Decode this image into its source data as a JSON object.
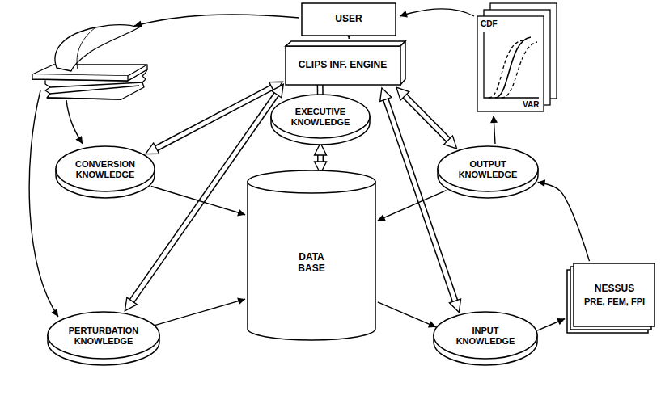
{
  "diagram": {
    "nodes": [
      {
        "text": [
          "USER"
        ]
      },
      {
        "text": [
          "CLIPS INF. ENGINE"
        ]
      },
      {
        "text": [
          "EXECUTIVE KNOWLEDGE"
        ]
      },
      {
        "text": [
          "CONVERSION KNOWLEDGE"
        ]
      },
      {
        "text": [
          "OUTPUT KNOWLEDGE"
        ]
      },
      {
        "text": [
          "DATA BASE"
        ]
      },
      {
        "text": [
          "PERTURBATION KNOWLEDGE"
        ]
      },
      {
        "text": [
          "INPUT KNOWLEDGE"
        ]
      },
      {
        "text": [
          "NESSUS",
          "PRE, FEM, FPI"
        ]
      }
    ],
    "edges": [
      {
        "from": 0,
        "to": 1,
        "arrow": "to"
      },
      {
        "from": 1,
        "to": 2,
        "arrow": "both"
      },
      {
        "from": 2,
        "to": 5,
        "arrow": "both"
      },
      {
        "from": 1,
        "to": 3,
        "arrow": "both"
      },
      {
        "from": 1,
        "to": 6,
        "arrow": "both"
      },
      {
        "from": 1,
        "to": 4,
        "arrow": "both"
      },
      {
        "from": 1,
        "to": 7,
        "arrow": "both"
      },
      {
        "from": 3,
        "to": 5,
        "arrow": "to"
      },
      {
        "from": 6,
        "to": 5,
        "arrow": "to"
      },
      {
        "from": 4,
        "to": 5,
        "arrow": "to"
      },
      {
        "from": 5,
        "to": 7,
        "arrow": "to"
      },
      {
        "from": 7,
        "to": 8,
        "arrow": "to"
      },
      {
        "from": 8,
        "to": 4,
        "arrow": "to"
      }
    ],
    "labels": [
      "CDF",
      "VAR"
    ]
  }
}
